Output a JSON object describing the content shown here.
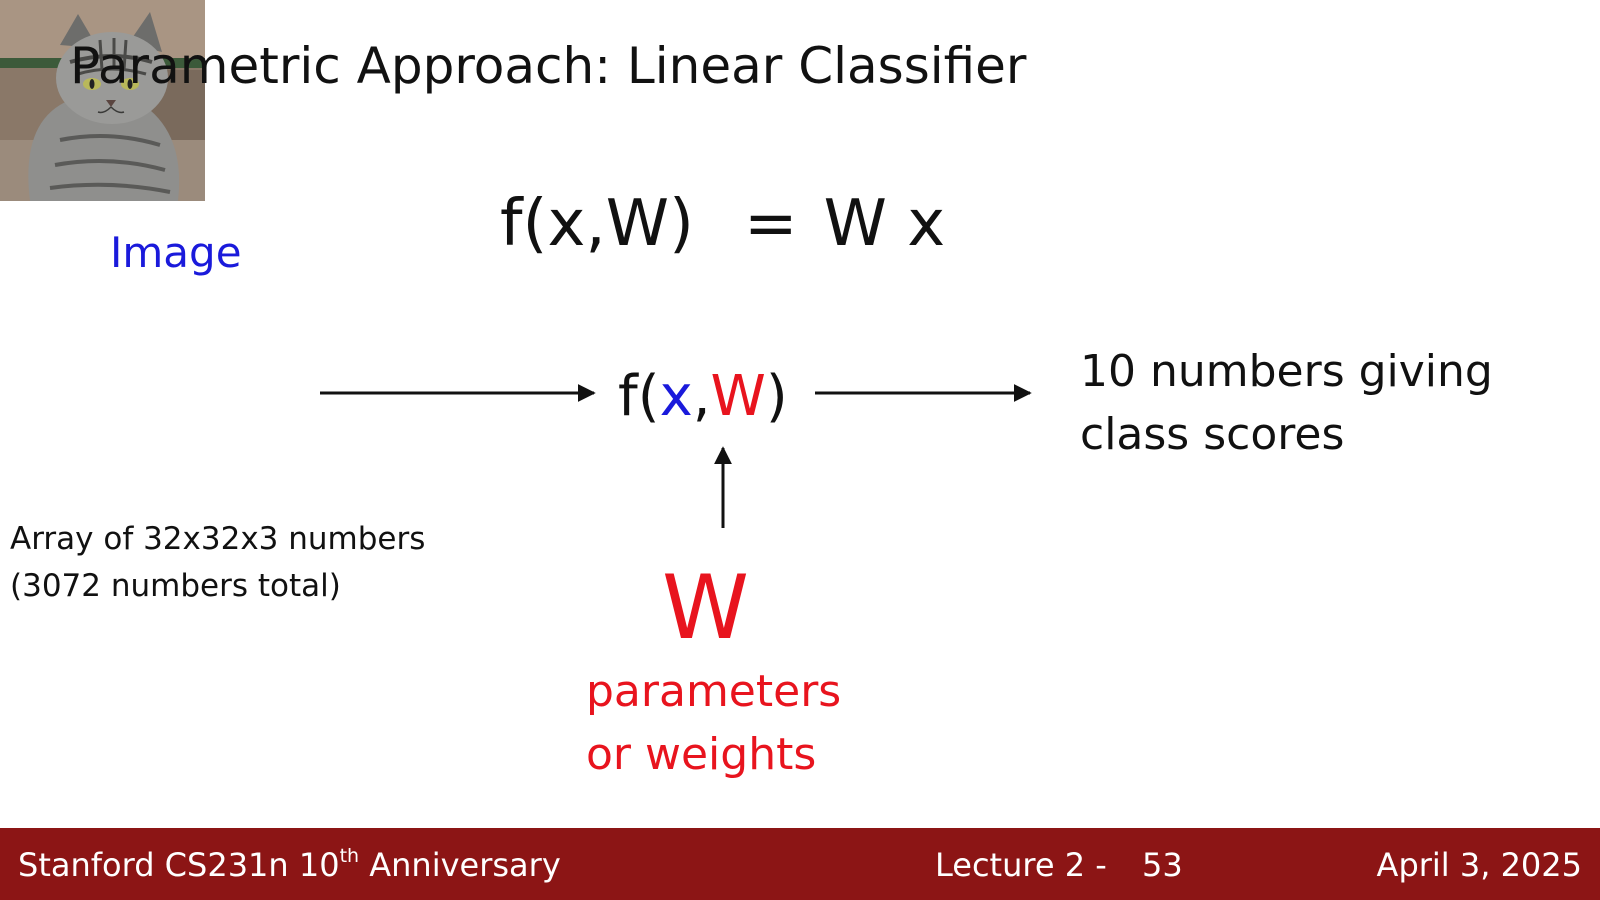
{
  "slide": {
    "title": "Parametric Approach: Linear Classifier",
    "formula": {
      "lhs": "f(x,W)",
      "eq": "=",
      "rhs": "W x"
    },
    "image_label": "Image",
    "array_caption": [
      "Array of 32x32x3 numbers",
      "(3072 numbers total)"
    ],
    "function": {
      "prefix": "f(",
      "x": "x",
      "comma": ",",
      "w": "W",
      "suffix": ")"
    },
    "output_text": [
      "10 numbers giving",
      "class scores"
    ],
    "weights_symbol": "W",
    "weights_label": [
      "parameters",
      "or weights"
    ]
  },
  "footer": {
    "course": "Stanford CS231n 10",
    "course_sup": "th",
    "course_rest": " Anniversary",
    "lecture": "Lecture 2 -",
    "page": "53",
    "date": "April 3, 2025"
  },
  "colors": {
    "x": "#1a1adb",
    "w": "#e8141e",
    "image_label": "#1a1adb",
    "footer_bg": "#8c1515"
  },
  "icons": {
    "cat_image": "cat-photo"
  }
}
